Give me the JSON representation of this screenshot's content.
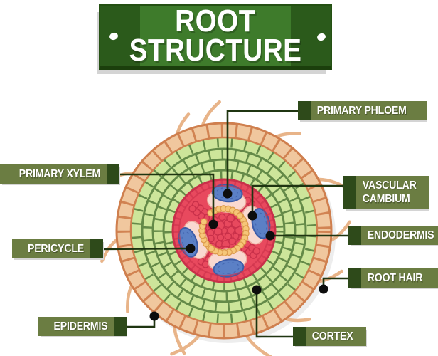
{
  "title": {
    "line1": "ROOT",
    "line2": "STRUCTURE"
  },
  "diagram": {
    "type": "root-cross-section",
    "labels": [
      {
        "id": "primary-phloem",
        "text": "PRIMARY PHLOEM",
        "side": "right"
      },
      {
        "id": "primary-xylem",
        "text": "PRIMARY XYLEM",
        "side": "left"
      },
      {
        "id": "vascular-cambium",
        "text": "VASCULAR CAMBIUM",
        "side": "right"
      },
      {
        "id": "endodermis",
        "text": "ENDODERMIS",
        "side": "right"
      },
      {
        "id": "pericycle",
        "text": "PERICYCLE",
        "side": "left"
      },
      {
        "id": "root-hair",
        "text": "ROOT HAIR",
        "side": "right"
      },
      {
        "id": "epidermis",
        "text": "EPIDERMIS",
        "side": "left"
      },
      {
        "id": "cortex",
        "text": "CORTEX",
        "side": "right"
      }
    ]
  },
  "colors": {
    "banner_green": "#3e7b2b",
    "banner_dark": "#2b5a1b",
    "label_olive": "#6b7d42",
    "label_dark_edge": "#2e4a1a",
    "leader_line": "#1f3511",
    "dot_black": "#0d0d0d",
    "epidermis_tan": "#f0c79e",
    "epidermis_outline": "#cf7f4e",
    "cortex_green": "#cde59a",
    "cortex_outline": "#648a48",
    "stele_red": "#e8495e",
    "stele_red_dark": "#c9304a",
    "phloem_blue": "#5b80c6",
    "phloem_blue_dark": "#3c5ca8",
    "cambium_pink": "#f9d9d0",
    "cambium_pink_dark": "#eda89b",
    "cambium_orange": "#f6c678",
    "cambium_orange_dark": "#dd9b4d",
    "root_hair_tan": "#e8b489",
    "text_white": "#ffffff"
  }
}
